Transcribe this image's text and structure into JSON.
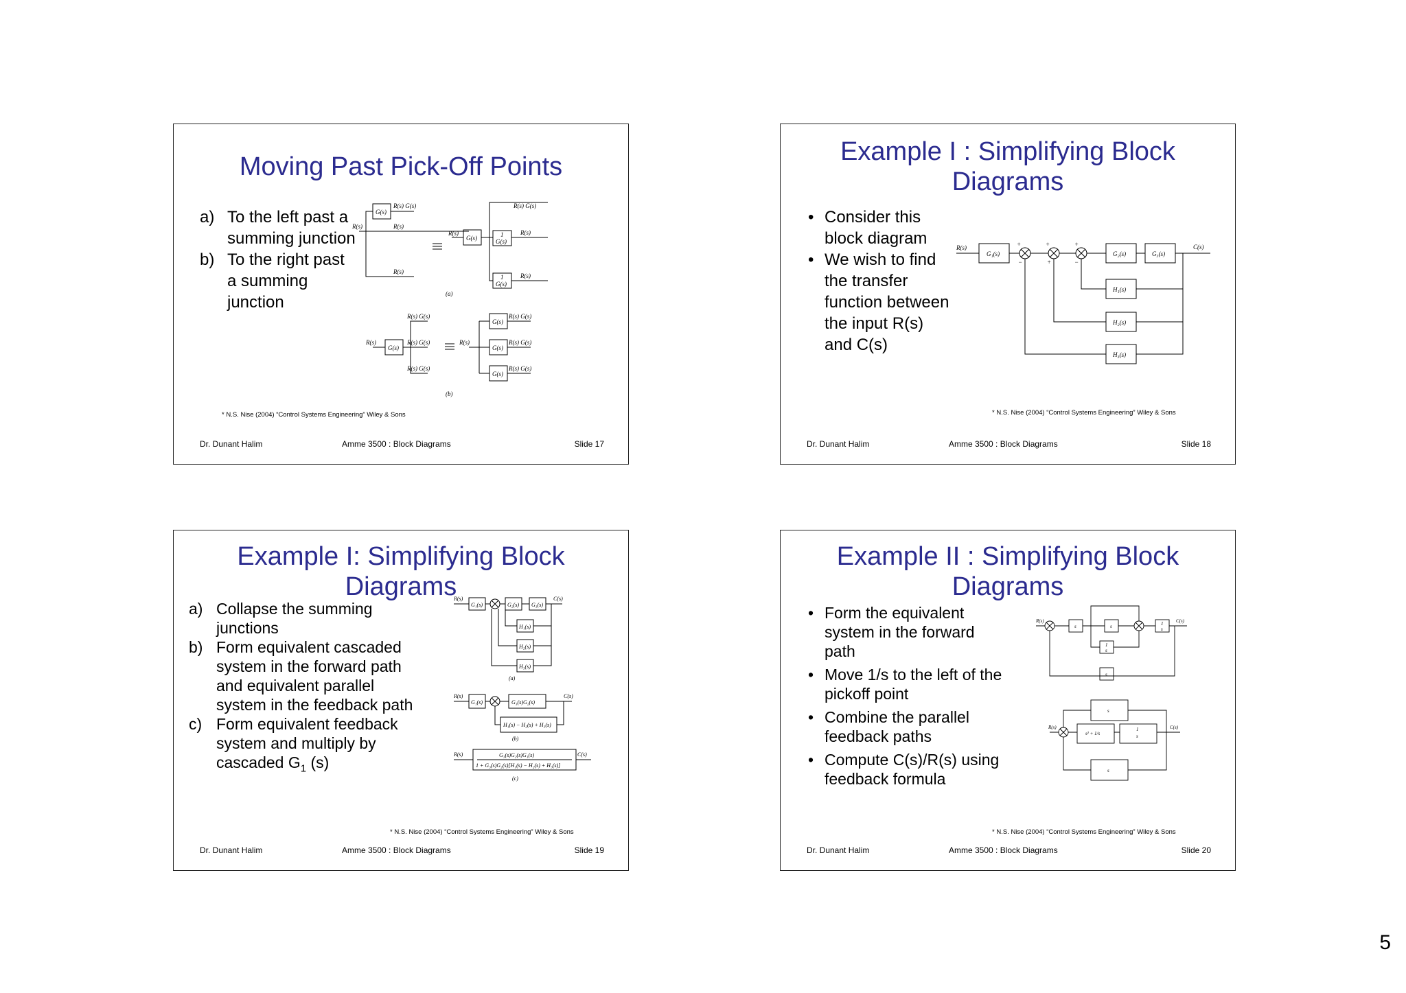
{
  "page_number": "5",
  "slides": [
    {
      "title": "Moving Past Pick-Off Points",
      "items": [
        {
          "marker": "a)",
          "text": "To the left past a summing junction"
        },
        {
          "marker": "b)",
          "text": "To the right past a summing junction"
        }
      ],
      "diagram_labels": {
        "R": "R(s)",
        "G": "G(s)",
        "RG": "R(s) G(s)",
        "one": "1",
        "a": "(a)",
        "b": "(b)"
      },
      "citation": "* N.S. Nise (2004) “Control Systems Engineering” Wiley & Sons",
      "footer": {
        "author": "Dr. Dunant Halim",
        "course": "Amme 3500 : Block Diagrams",
        "slide": "Slide 17"
      }
    },
    {
      "title": "Example I : Simplifying Block Diagrams",
      "bullets": [
        "Consider this block diagram",
        "We wish to find the transfer function between the input R(s) and C(s)"
      ],
      "diagram_labels": {
        "R": "R(s)",
        "C": "C(s)",
        "G1": "G₁(s)",
        "G2": "G₂(s)",
        "G3": "G₃(s)",
        "H1": "H₁(s)",
        "H2": "H₂(s)",
        "H3": "H₃(s)"
      },
      "citation": "* N.S. Nise (2004) “Control Systems Engineering” Wiley & Sons",
      "footer": {
        "author": "Dr. Dunant Halim",
        "course": "Amme 3500 : Block Diagrams",
        "slide": "Slide 18"
      }
    },
    {
      "title": "Example I: Simplifying Block Diagrams",
      "items": [
        {
          "marker": "a)",
          "text": "Collapse the summing junctions"
        },
        {
          "marker": "b)",
          "text": "Form equivalent cascaded system in the forward path and equivalent parallel system in the feedback path"
        },
        {
          "marker": "c)",
          "text": "Form equivalent feedback system and multiply by cascaded G",
          "sub": "1",
          "tail": " (s)"
        }
      ],
      "diagram_labels": {
        "R": "R(s)",
        "C": "C(s)",
        "G1": "G₁(s)",
        "G2": "G₂(s)",
        "G3": "G₃(s)",
        "H1": "H₁(s)",
        "H2": "H₂(s)",
        "H3": "H₃(s)",
        "G3G2": "G₃(s)G₂(s)",
        "Hsum": "H₁(s) − H₂(s) + H₃(s)",
        "num": "G₃(s)G₂(s)G₁(s)",
        "den": "1 + G₃(s)G₂(s)[H₁(s) − H₂(s) + H₃(s)]",
        "a": "(a)",
        "b": "(b)",
        "c": "(c)"
      },
      "citation": "* N.S. Nise (2004) “Control Systems Engineering” Wiley & Sons",
      "footer": {
        "author": "Dr. Dunant Halim",
        "course": "Amme 3500 : Block Diagrams",
        "slide": "Slide 19"
      }
    },
    {
      "title": "Example II : Simplifying Block Diagrams",
      "bullets": [
        "Form the equivalent system in the forward path",
        "Move 1/s to the left of the pickoff point",
        "Combine the parallel feedback paths",
        "Compute C(s)/R(s) using feedback formula"
      ],
      "diagram_labels": {
        "R": "R(s)",
        "C": "C(s)",
        "s": "s",
        "one": "1",
        "sden": "s",
        "s2": "s² + 1/s"
      },
      "citation": "* N.S. Nise (2004) “Control Systems Engineering” Wiley & Sons",
      "footer": {
        "author": "Dr. Dunant Halim",
        "course": "Amme 3500 : Block Diagrams",
        "slide": "Slide 20"
      }
    }
  ]
}
